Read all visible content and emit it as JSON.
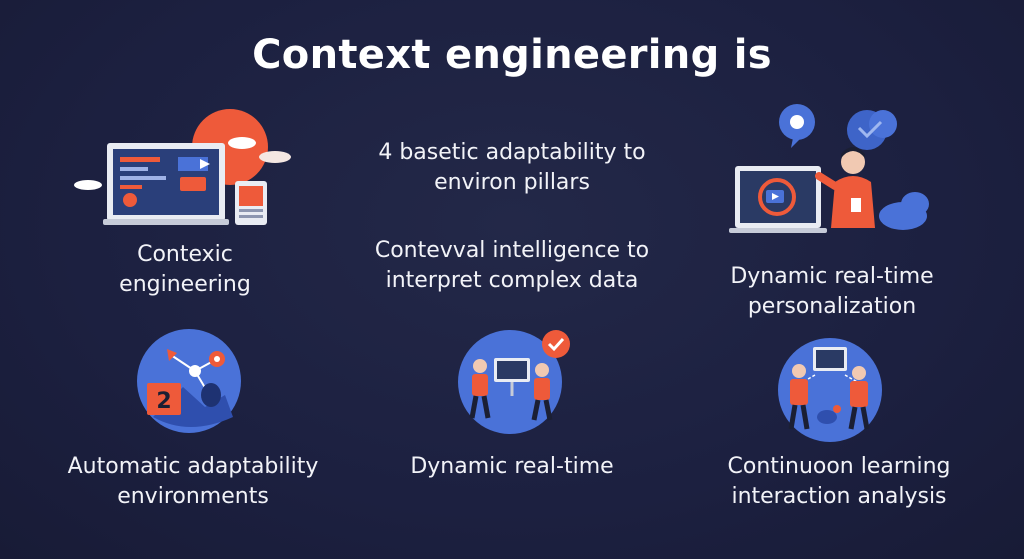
{
  "title": "Context engineering is",
  "top_left": {
    "label": "Contexic\nengineering"
  },
  "center_top": {
    "text": "4 basetic adaptability to\nenviron  pillars"
  },
  "center_mid": {
    "text": "Contevval intelligence to\ninterpret complex data"
  },
  "top_right": {
    "label": "Dynamic real-time\npersonalization"
  },
  "bottom_left": {
    "label": "Automatic adaptability\nenvironments",
    "badge": "2"
  },
  "bottom_center": {
    "label": "Dynamic real-time"
  },
  "bottom_right": {
    "label": "Continuoon learning\ninteraction analysis"
  },
  "colors": {
    "background": "#1d2140",
    "accent_orange": "#ee5a3a",
    "accent_blue": "#4a72d8",
    "text": "#ffffff"
  },
  "icons": [
    "laptop-dashboard-icon",
    "presenter-screen-icon",
    "process-hub-icon",
    "collaboration-icon",
    "team-monitor-icon"
  ]
}
